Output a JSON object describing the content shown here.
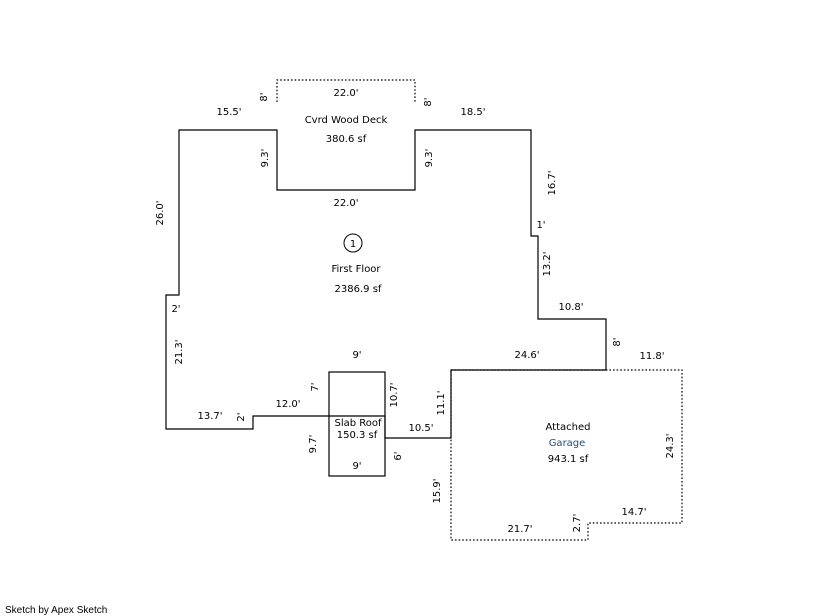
{
  "areas": {
    "deck": {
      "name": "Cvrd Wood Deck",
      "area": "380.6 sf"
    },
    "first_floor": {
      "marker": "1",
      "name": "First Floor",
      "area": "2386.9 sf"
    },
    "slab": {
      "name": "Slab Roof",
      "area": "150.3 sf"
    },
    "garage": {
      "name_line1": "Attached",
      "name_line2": "Garage",
      "area": "943.1 sf",
      "accent": "#1a4f86"
    }
  },
  "dimensions": {
    "deck_top": "22.0'",
    "deck_bottom": "22.0'",
    "deck_left_upper": "8'",
    "deck_left_lower": "9.3'",
    "deck_right_upper": "8'",
    "deck_right_lower": "9.3'",
    "ff_top_left": "15.5'",
    "ff_top_right": "18.5'",
    "ff_left_upper": "26.0'",
    "ff_left_step": "2'",
    "ff_left_lower": "21.3'",
    "ff_right_upper": "16.7'",
    "ff_right_jog": "1'",
    "ff_right_mid": "13.2'",
    "ff_right_step": "10.8'",
    "ff_right_lower": "8'",
    "ff_bottom_left": "13.7'",
    "ff_bottom_step": "2'",
    "ff_bottom_mid": "12.0'",
    "ff_bottom_right": "10.5'",
    "ff_garage_top": "24.6'",
    "slab_top": "9'",
    "slab_bottom": "9'",
    "slab_left_upper": "7'",
    "slab_left_lower": "9.7'",
    "slab_right_upper": "10.7'",
    "slab_right_lower": "6'",
    "garage_top_right": "11.8'",
    "garage_left_upper": "11.1'",
    "garage_left_lower": "15.9'",
    "garage_right": "24.3'",
    "garage_bottom_left": "21.7'",
    "garage_bottom_step": "2.7'",
    "garage_bottom_right": "14.7'"
  },
  "footer": {
    "credit": "Sketch by Apex Sketch"
  }
}
